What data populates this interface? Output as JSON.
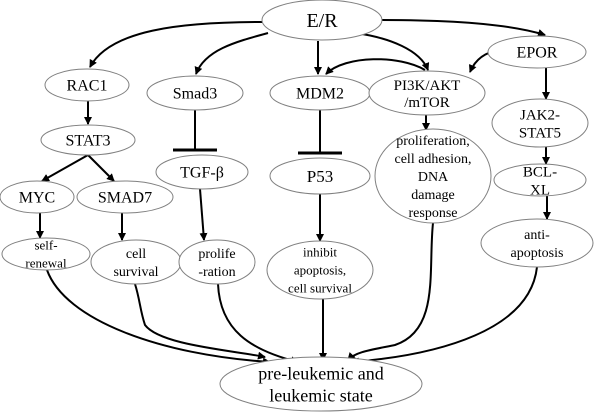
{
  "diagram": {
    "nodes": {
      "er": {
        "lines": [
          "E/R"
        ]
      },
      "rac1": {
        "lines": [
          "RAC1"
        ]
      },
      "smad3": {
        "lines": [
          "Smad3"
        ]
      },
      "mdm2": {
        "lines": [
          "MDM2"
        ]
      },
      "pi3k": {
        "lines": [
          "PI3K/AKT",
          "/mTOR"
        ]
      },
      "epor": {
        "lines": [
          "EPOR"
        ]
      },
      "stat3": {
        "lines": [
          "STAT3"
        ]
      },
      "tgfb": {
        "lines": [
          "TGF-β"
        ]
      },
      "p53": {
        "lines": [
          "P53"
        ]
      },
      "prolif_adhesion": {
        "lines": [
          "proliferation,",
          "cell adhesion,",
          "DNA",
          "damage",
          "response"
        ]
      },
      "jak2": {
        "lines": [
          "JAK2-",
          "STAT5"
        ]
      },
      "bclxl": {
        "lines": [
          "BCL-",
          "XL"
        ]
      },
      "myc": {
        "lines": [
          "MYC"
        ]
      },
      "smad7": {
        "lines": [
          "SMAD7"
        ]
      },
      "self_renewal": {
        "lines": [
          "self-",
          "renewal"
        ]
      },
      "cell_survival": {
        "lines": [
          "cell",
          "survival"
        ]
      },
      "proliferation": {
        "lines": [
          "prolife",
          "-ration"
        ]
      },
      "inhibit_apoptosis": {
        "lines": [
          "inhibit",
          "apoptosis,",
          "cell survival"
        ]
      },
      "anti_apoptosis": {
        "lines": [
          "anti-",
          "apoptosis"
        ]
      },
      "leukemic": {
        "lines": [
          "pre-leukemic and",
          "leukemic state"
        ]
      }
    },
    "edges": [
      {
        "from": "er",
        "to": "rac1",
        "type": "activation"
      },
      {
        "from": "er",
        "to": "smad3",
        "type": "activation"
      },
      {
        "from": "er",
        "to": "mdm2",
        "type": "activation"
      },
      {
        "from": "er",
        "to": "pi3k",
        "type": "activation"
      },
      {
        "from": "er",
        "to": "epor",
        "type": "activation"
      },
      {
        "from": "pi3k",
        "to": "mdm2",
        "type": "activation"
      },
      {
        "from": "epor",
        "to": "pi3k",
        "type": "activation"
      },
      {
        "from": "rac1",
        "to": "stat3",
        "type": "activation"
      },
      {
        "from": "stat3",
        "to": "myc",
        "type": "activation"
      },
      {
        "from": "stat3",
        "to": "smad7",
        "type": "activation"
      },
      {
        "from": "smad3",
        "to": "tgfb",
        "type": "inhibition"
      },
      {
        "from": "mdm2",
        "to": "p53",
        "type": "inhibition"
      },
      {
        "from": "pi3k",
        "to": "prolif_adhesion",
        "type": "activation"
      },
      {
        "from": "epor",
        "to": "jak2",
        "type": "activation"
      },
      {
        "from": "jak2",
        "to": "bclxl",
        "type": "activation"
      },
      {
        "from": "myc",
        "to": "self_renewal",
        "type": "activation"
      },
      {
        "from": "smad7",
        "to": "cell_survival",
        "type": "activation"
      },
      {
        "from": "tgfb",
        "to": "proliferation",
        "type": "activation"
      },
      {
        "from": "p53",
        "to": "inhibit_apoptosis",
        "type": "activation"
      },
      {
        "from": "bclxl",
        "to": "anti_apoptosis",
        "type": "activation"
      },
      {
        "from": "self_renewal",
        "to": "leukemic",
        "type": "activation"
      },
      {
        "from": "cell_survival",
        "to": "leukemic",
        "type": "activation"
      },
      {
        "from": "proliferation",
        "to": "leukemic",
        "type": "activation"
      },
      {
        "from": "inhibit_apoptosis",
        "to": "leukemic",
        "type": "activation"
      },
      {
        "from": "prolif_adhesion",
        "to": "leukemic",
        "type": "activation"
      },
      {
        "from": "anti_apoptosis",
        "to": "leukemic",
        "type": "activation"
      }
    ]
  }
}
